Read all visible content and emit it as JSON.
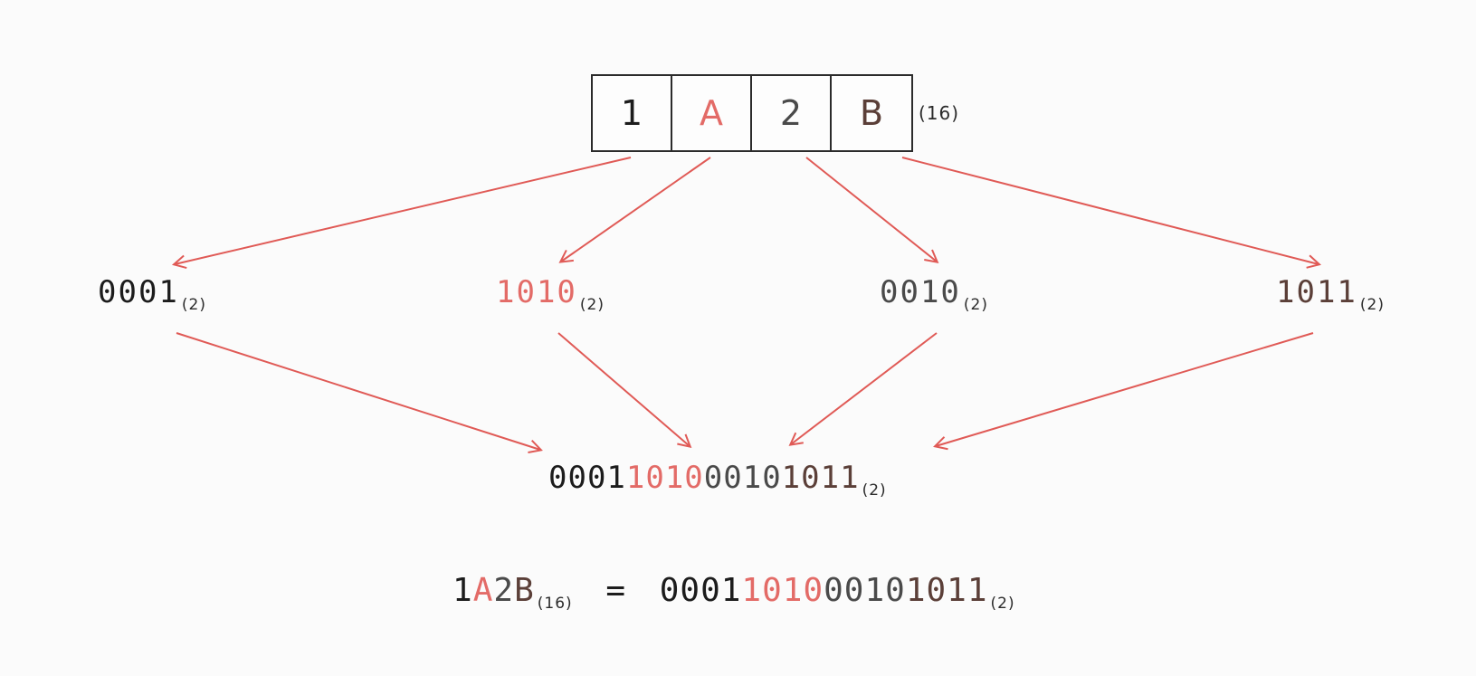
{
  "hex_box": {
    "digits": [
      "1",
      "A",
      "2",
      "B"
    ],
    "digit_colors": [
      "#1c1c1c",
      "#e36b67",
      "#4a4a4a",
      "#5b3f38"
    ],
    "base_label": "(16)"
  },
  "nibbles": [
    {
      "bits": "0001",
      "subscript": "(2)",
      "color": "#1c1c1c"
    },
    {
      "bits": "1010",
      "subscript": "(2)",
      "color": "#e36b67"
    },
    {
      "bits": "0010",
      "subscript": "(2)",
      "color": "#4a4a4a"
    },
    {
      "bits": "1011",
      "subscript": "(2)",
      "color": "#5b3f38"
    }
  ],
  "combined": {
    "parts": [
      "0001",
      "1010",
      "0010",
      "1011"
    ],
    "subscript": "(2)"
  },
  "equation": {
    "lhs_parts": [
      "1",
      "A",
      "2",
      "B"
    ],
    "lhs_subscript": "(16)",
    "equals": "=",
    "rhs_parts": [
      "0001",
      "1010",
      "0010",
      "1011"
    ],
    "rhs_subscript": "(2)"
  },
  "colors": {
    "arrow": "#e05a56",
    "box_border": "#2b2b2b",
    "background": "#fbfbfb"
  }
}
